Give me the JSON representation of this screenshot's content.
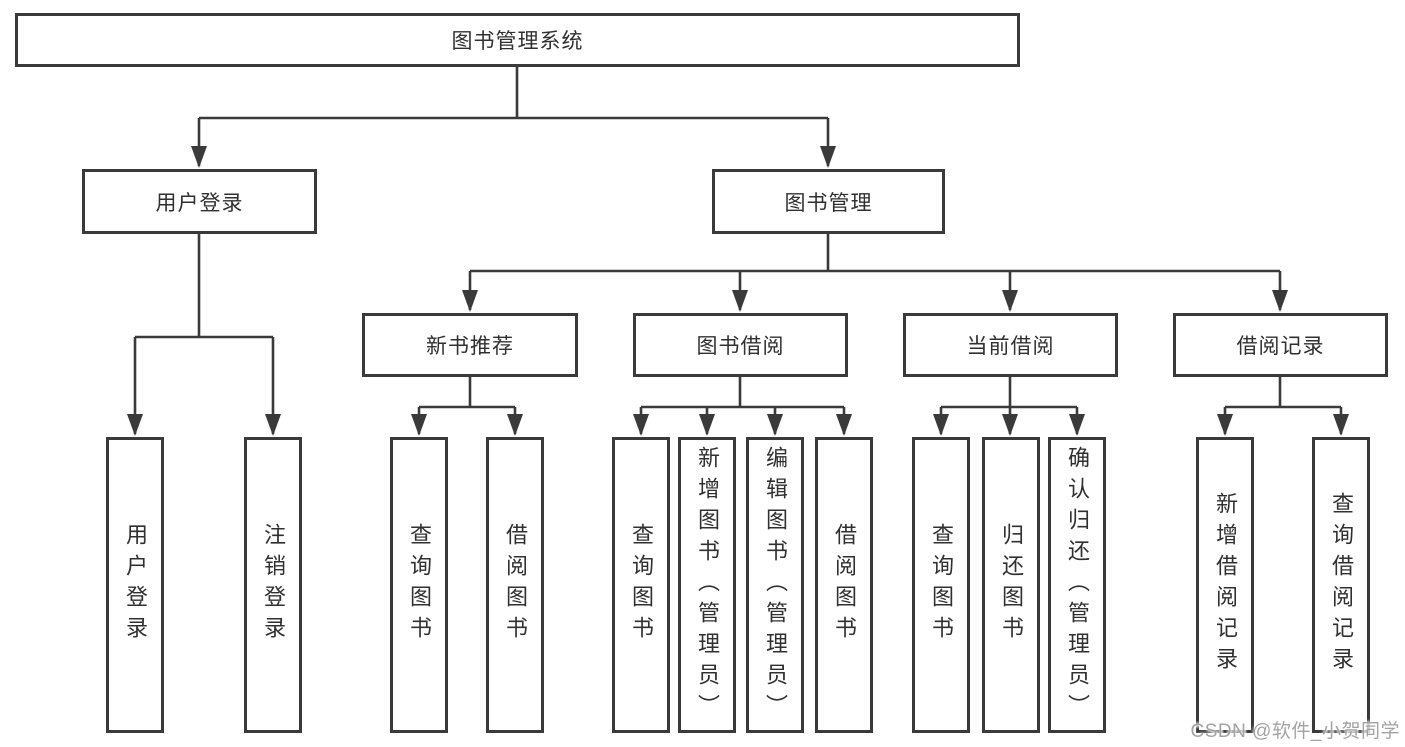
{
  "diagram": {
    "root": {
      "label": "图书管理系统"
    },
    "level2": [
      {
        "label": "用户登录"
      },
      {
        "label": "图书管理"
      }
    ],
    "level3": [
      {
        "label": "新书推荐"
      },
      {
        "label": "图书借阅"
      },
      {
        "label": "当前借阅"
      },
      {
        "label": "借阅记录"
      }
    ],
    "leaves": [
      {
        "group": "用户登录",
        "label": "用户登录"
      },
      {
        "group": "用户登录",
        "label": "注销登录"
      },
      {
        "group": "新书推荐",
        "label": "查询图书"
      },
      {
        "group": "新书推荐",
        "label": "借阅图书"
      },
      {
        "group": "图书借阅",
        "label": "查询图书"
      },
      {
        "group": "图书借阅",
        "label": "新增图书（管理员）"
      },
      {
        "group": "图书借阅",
        "label": "编辑图书（管理员）"
      },
      {
        "group": "图书借阅",
        "label": "借阅图书"
      },
      {
        "group": "当前借阅",
        "label": "查询图书"
      },
      {
        "group": "当前借阅",
        "label": "归还图书"
      },
      {
        "group": "当前借阅",
        "label": "确认归还（管理员）"
      },
      {
        "group": "借阅记录",
        "label": "新增借阅记录"
      },
      {
        "group": "借阅记录",
        "label": "查询借阅记录"
      }
    ],
    "watermark": "CSDN @软件_小贺同学",
    "colors": {
      "line": "#3a3a3a",
      "text": "#303030",
      "watermark": "#a3a3a3",
      "background": "#ffffff"
    }
  }
}
